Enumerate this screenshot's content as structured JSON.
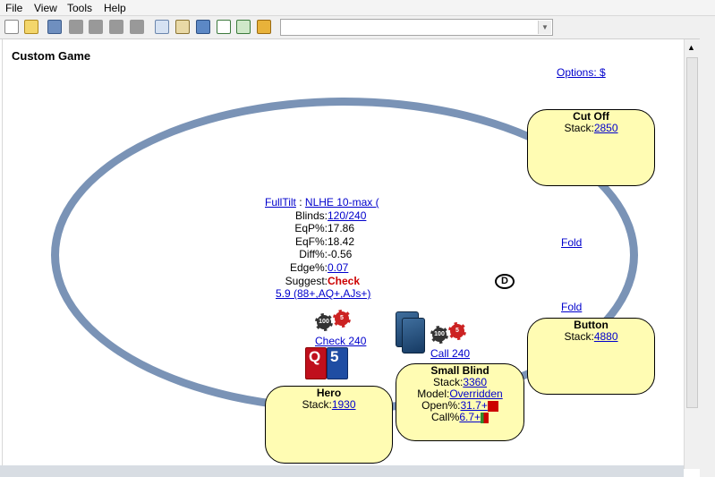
{
  "menu": [
    "File",
    "View",
    "Tools",
    "Help"
  ],
  "toolbar": {
    "icons": [
      "new-file-icon",
      "open-folder-icon",
      "home-icon",
      "copy-icon",
      "paste-icon",
      "save-icon",
      "chart-icon",
      "edit-icon",
      "settings-icon"
    ],
    "combo_value": ""
  },
  "game_title": "Custom Game",
  "options_label": "Options: $",
  "info": {
    "site": "FullTilt",
    "separator": " : ",
    "game": "NLHE 10-max (",
    "rows": [
      {
        "label": "Blinds: ",
        "value": "120/240",
        "link": true
      },
      {
        "label": "EqP%: ",
        "value": "17.86",
        "link": false
      },
      {
        "label": "EqF%: ",
        "value": "18.42",
        "link": false
      },
      {
        "label": "Diff%: ",
        "value": "-0.56",
        "link": false
      },
      {
        "label": "Edge%: ",
        "value": "0.07",
        "link": true
      }
    ],
    "suggest_label": "Suggest: ",
    "suggest_value": "Check",
    "range": "5.9 (88+,AQ+,AJs+)"
  },
  "seats": {
    "cutoff": {
      "name": "Cut Off",
      "stack_label": "Stack:",
      "stack": "2850"
    },
    "button": {
      "name": "Button",
      "stack_label": "Stack:",
      "stack": "4880"
    },
    "hero": {
      "name": "Hero",
      "stack_label": "Stack:",
      "stack": "1930"
    },
    "smallblind": {
      "name": "Small Blind",
      "stack_label": "Stack:",
      "stack": "3360",
      "model_label": "Model:",
      "model": "Overridden",
      "open_label": "Open%:",
      "open": "31.7+",
      "call_label": "Call%",
      "call": "6.7+"
    }
  },
  "actions": {
    "cutoff": "Fold",
    "button": "Fold",
    "hero": "Check 240",
    "smallblind": "Call 240"
  },
  "dealer_label": "D",
  "chips": {
    "black": "100",
    "red": "5"
  },
  "cards": [
    {
      "rank": "Q",
      "color": "red"
    },
    {
      "rank": "5",
      "color": "blue"
    }
  ],
  "colors": {
    "table_rail": "#7a93b6",
    "seat_fill": "#fffcb3",
    "link": "#0000cc",
    "suggest": "#cc0000"
  }
}
